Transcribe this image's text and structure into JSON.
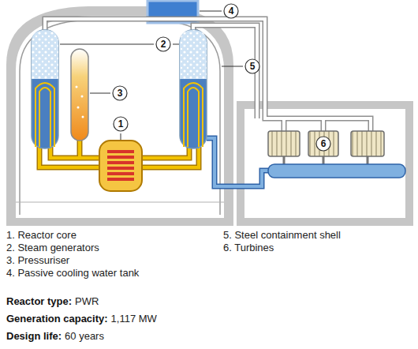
{
  "diagram": {
    "nodes": [
      {
        "text": [
          "4"
        ]
      },
      {
        "text": [
          "2"
        ]
      },
      {
        "text": [
          "5"
        ]
      },
      {
        "text": [
          "3"
        ]
      },
      {
        "text": [
          "1"
        ]
      },
      {
        "text": [
          "6"
        ]
      }
    ],
    "labels": [
      "1. Reactor core",
      "2. Steam generators",
      "3. Pressuriser",
      "4. Passive cooling water tank",
      "5. Steel containment shell",
      "6. Turbines",
      "Reactor type:",
      "PWR",
      "Generation capacity:",
      "1,117 MW",
      "Design life:",
      "60 years"
    ]
  }
}
